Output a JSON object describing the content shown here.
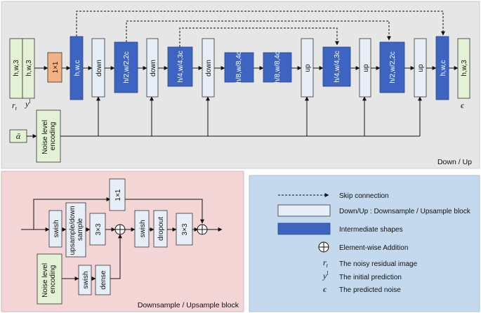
{
  "top_panel": {
    "caption": "Down / Up",
    "input_blocks": [
      "h,w,3",
      "h,w,3"
    ],
    "input_symbols": [
      "r",
      "t",
      "y",
      "l"
    ],
    "conv_1x1": "1×1",
    "shapes": {
      "hwc": "h,w,c",
      "h2w22c": "h/2,w/2,2c",
      "h4w43c": "h/4,w/4,3c",
      "h8w84c": "h/8,w/8,4c"
    },
    "down_label": "down",
    "up_label": "up",
    "output_block": "h,w,3",
    "output_symbol": "ϵ",
    "alpha_symbol": "ᾱ",
    "noise_level_encoding": "Noise level encoding"
  },
  "bottom_left": {
    "caption": "Downsample / Upsample block",
    "conv_1x1": "1×1",
    "swish": "swish",
    "updown": "upsample/down sample",
    "conv_3x3": "3×3",
    "dropout": "dropout",
    "dense": "dense",
    "noise_level_encoding": "Noise level encoding"
  },
  "legend": {
    "items": [
      {
        "key": "skip",
        "text": "Skip connection"
      },
      {
        "key": "block",
        "text": "Down/Up : Downsample / Upsample block"
      },
      {
        "key": "inter",
        "text": "Intermediate shapes"
      },
      {
        "key": "add",
        "text": "Element-wise Addition"
      },
      {
        "key": "rt",
        "symbol": "r",
        "sub": "t",
        "text": "The noisy residual image"
      },
      {
        "key": "y0",
        "symbol": "y",
        "sup": "l",
        "text": "The initial prediction"
      },
      {
        "key": "eps",
        "symbol": "ϵ",
        "text": "The predicted noise"
      }
    ]
  },
  "colors": {
    "top_bg": "#e6e6e6",
    "left_bg": "#f4d5d6",
    "legend_bg": "#c4d9ee",
    "green": "#e3f1d4",
    "orange": "#f4b183",
    "blue": "#3d64c0",
    "light": "#e6eef8"
  }
}
